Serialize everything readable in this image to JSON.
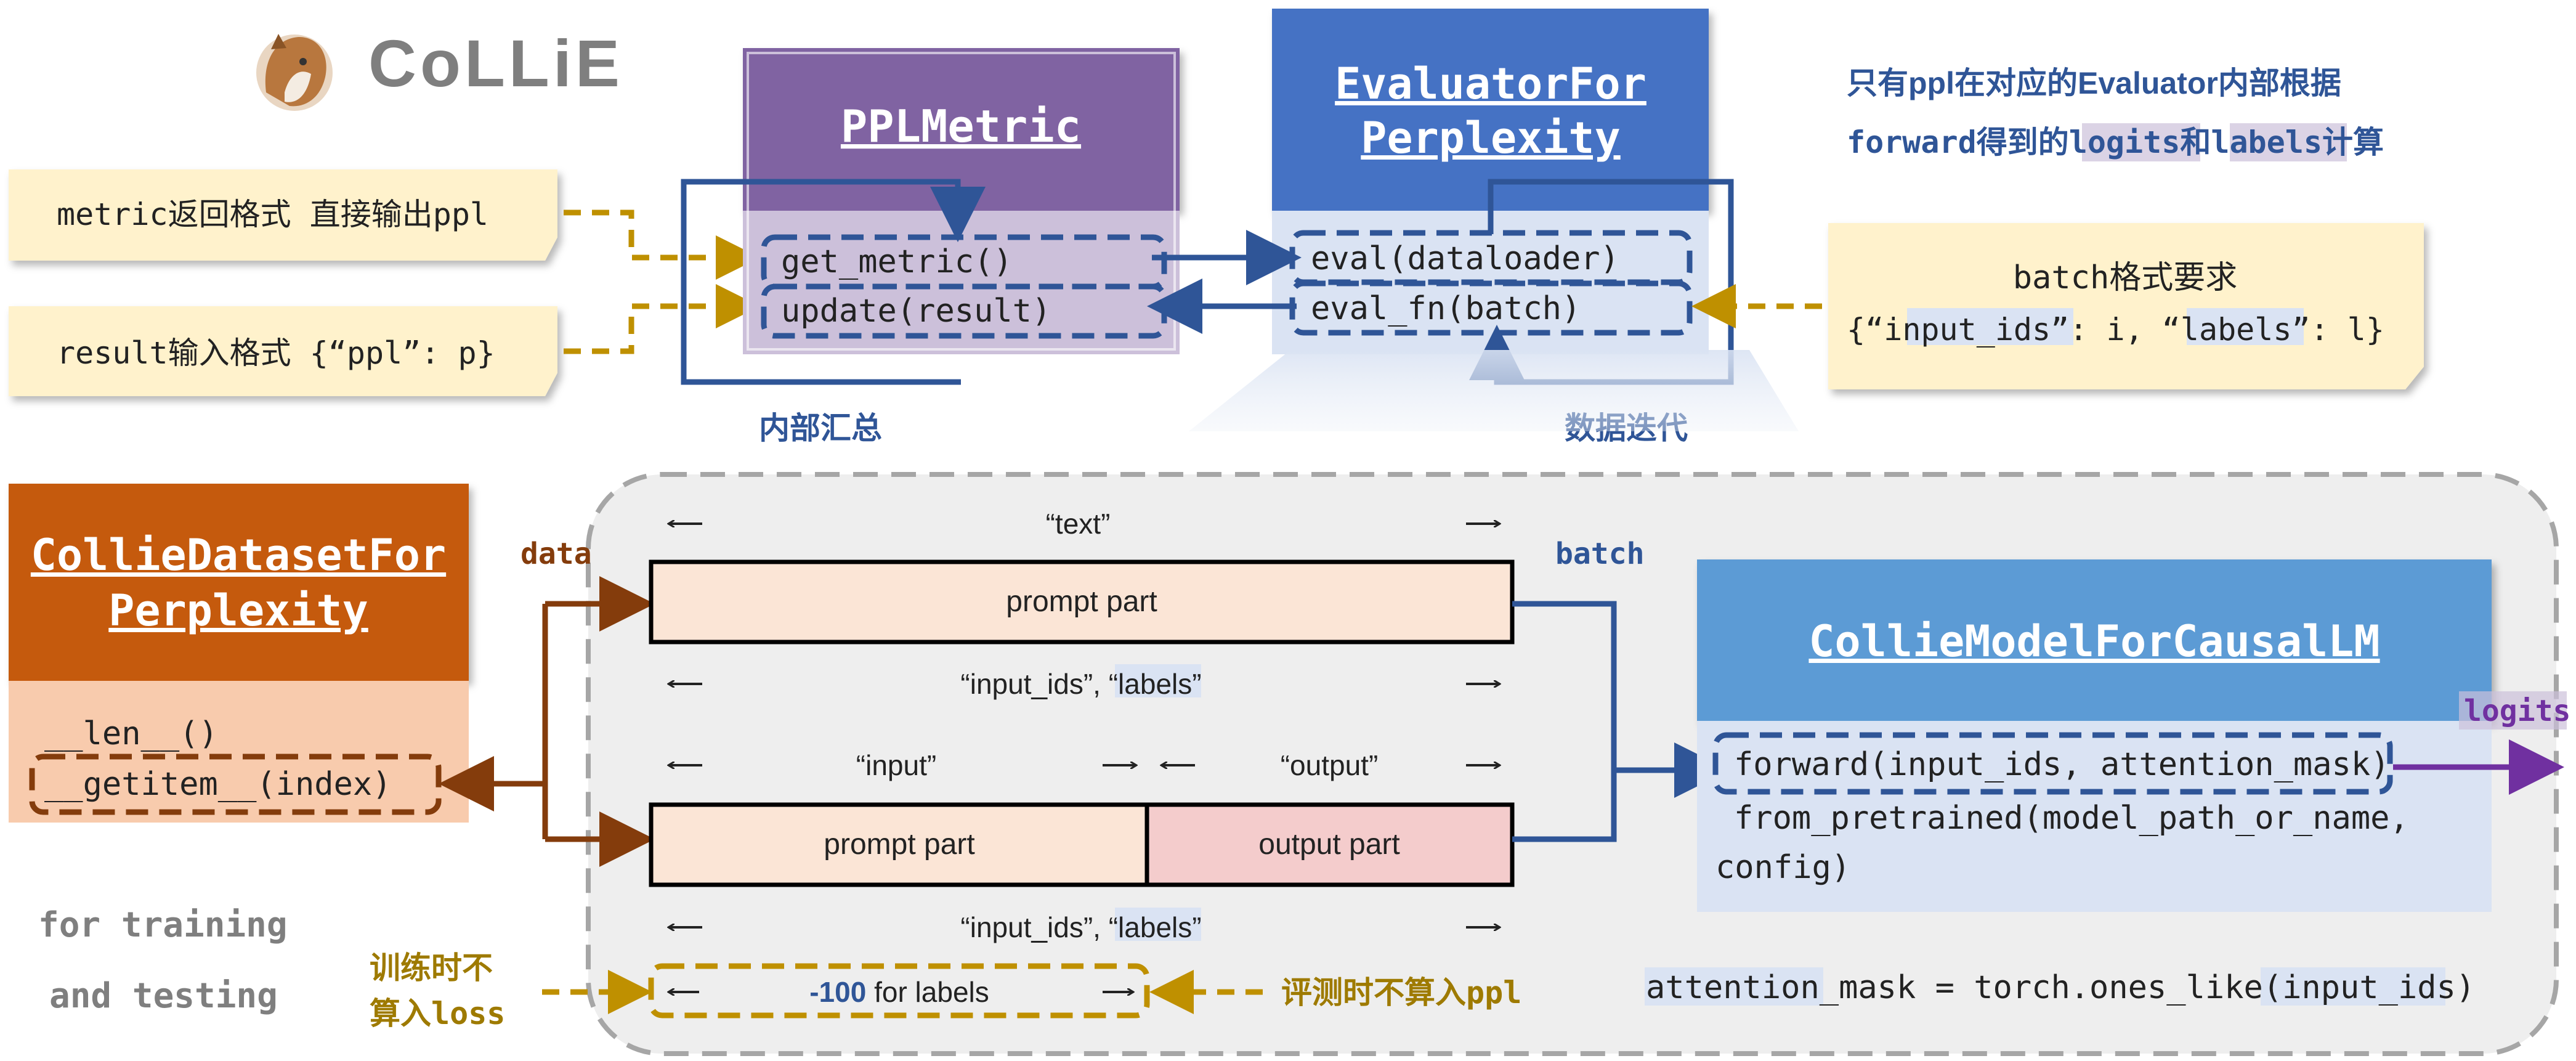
{
  "logo": {
    "text": "CoLLiE",
    "icon": "collie-dog-icon"
  },
  "notes": {
    "metric_return": "metric返回格式 直接输出ppl",
    "result_input": "result输入格式 {“ppl”: p}",
    "batch_title": "batch格式要求",
    "batch_format_prefix": "{“",
    "batch_format_key1": "input_ids",
    "batch_format_mid": "”: i, “",
    "batch_format_key2": "labels",
    "batch_format_suffix": "”: l}",
    "ppl_line1": "只有ppl在对应的Evaluator内部根据",
    "ppl_line2_a": "forward得到的",
    "ppl_line2_logits": "logits",
    "ppl_line2_b": "和",
    "ppl_line2_labels": "labels",
    "ppl_line2_c": "计算"
  },
  "ppl_metric": {
    "title": "PPLMetric",
    "methods": [
      "get_metric()",
      "update(result)"
    ],
    "loop_label": "内部汇总"
  },
  "evaluator": {
    "title_line1": "EvaluatorFor",
    "title_line2": "Perplexity",
    "methods": [
      "eval(dataloader)",
      "eval_fn(batch)"
    ],
    "loop_label": "数据迭代"
  },
  "dataset": {
    "title_line1": "CollieDatasetFor",
    "title_line2": "Perplexity",
    "methods": [
      "__len__()",
      "__getitem__(index)"
    ],
    "data_label": "data"
  },
  "usage": {
    "line1": "for training",
    "line2": "and testing"
  },
  "sequences": {
    "text_label": "“text”",
    "prompt_part": "prompt part",
    "output_part": "output part",
    "input_ids_labels_1": "“input_ids”, “labels”",
    "input_label": "“input”",
    "output_label": "“output”",
    "input_ids_labels_2": "“input_ids”, “labels”",
    "mask_value": "-100",
    "mask_suffix": " for labels",
    "batch_label": "batch",
    "train_note_line1": "训练时不",
    "train_note_line2_a": "算入",
    "train_note_line2_b": "loss",
    "eval_note": "评测时不算入ppl"
  },
  "model": {
    "title": "CollieModelForCausalLM",
    "methods": [
      "forward(input_ids, attention_mask)",
      "from_pretrained(model_path_or_name,",
      "config)"
    ],
    "output_label": "logits",
    "attention_mask_note": "attention_mask = torch.ones_like(input_ids)"
  },
  "colors": {
    "purple": "#8064a2",
    "purple_light": "#ccc0da",
    "blue": "#4472c4",
    "blue_light": "#dae3f3",
    "blue_model": "#5b9bd5",
    "orange": "#c55a11",
    "orange_light": "#f8cbad",
    "note_bg": "#fff2cc",
    "arrow_blue": "#2f5597",
    "arrow_gold": "#bf9000",
    "arrow_brown": "#843c0c",
    "arrow_purple": "#7030a0"
  }
}
